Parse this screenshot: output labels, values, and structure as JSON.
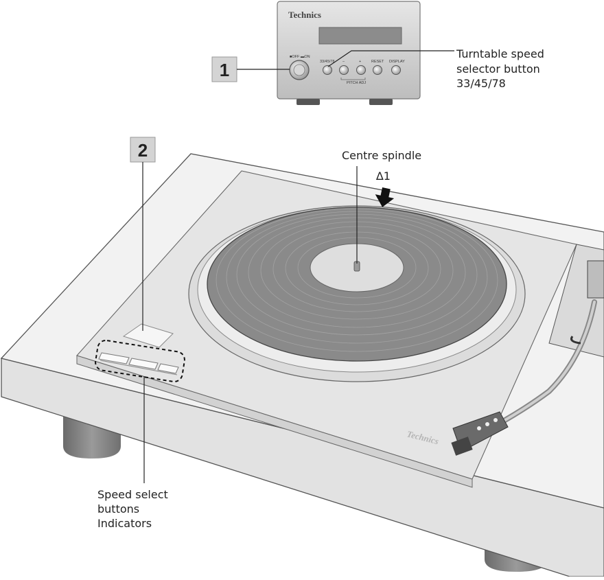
{
  "unit": {
    "brand": "Technics",
    "power_label": "■OFF ▬ON",
    "speed_label": "33/45/78",
    "minus_label": "–",
    "plus_label": "+",
    "reset_label": "RESET",
    "display_label": "DISPLAY",
    "pitch_adj_label": "PITCH ADJ"
  },
  "turntable": {
    "plinth_brand": "Technics"
  },
  "steps": {
    "step1": "1",
    "step2": "2"
  },
  "callouts": {
    "speed_selector": [
      "Turntable speed",
      "selector button",
      "33/45/78"
    ],
    "centre_spindle": "Centre spindle",
    "note_marker": "∆1",
    "speed_buttons": [
      "Speed select",
      "buttons",
      "Indicators"
    ]
  },
  "colors": {
    "record": "#8a8a8a",
    "label": "#dedede",
    "plinth_top": "#f2f2f2",
    "plinth_front": "#e2e2e2",
    "step_box": "#d4d4d4"
  }
}
